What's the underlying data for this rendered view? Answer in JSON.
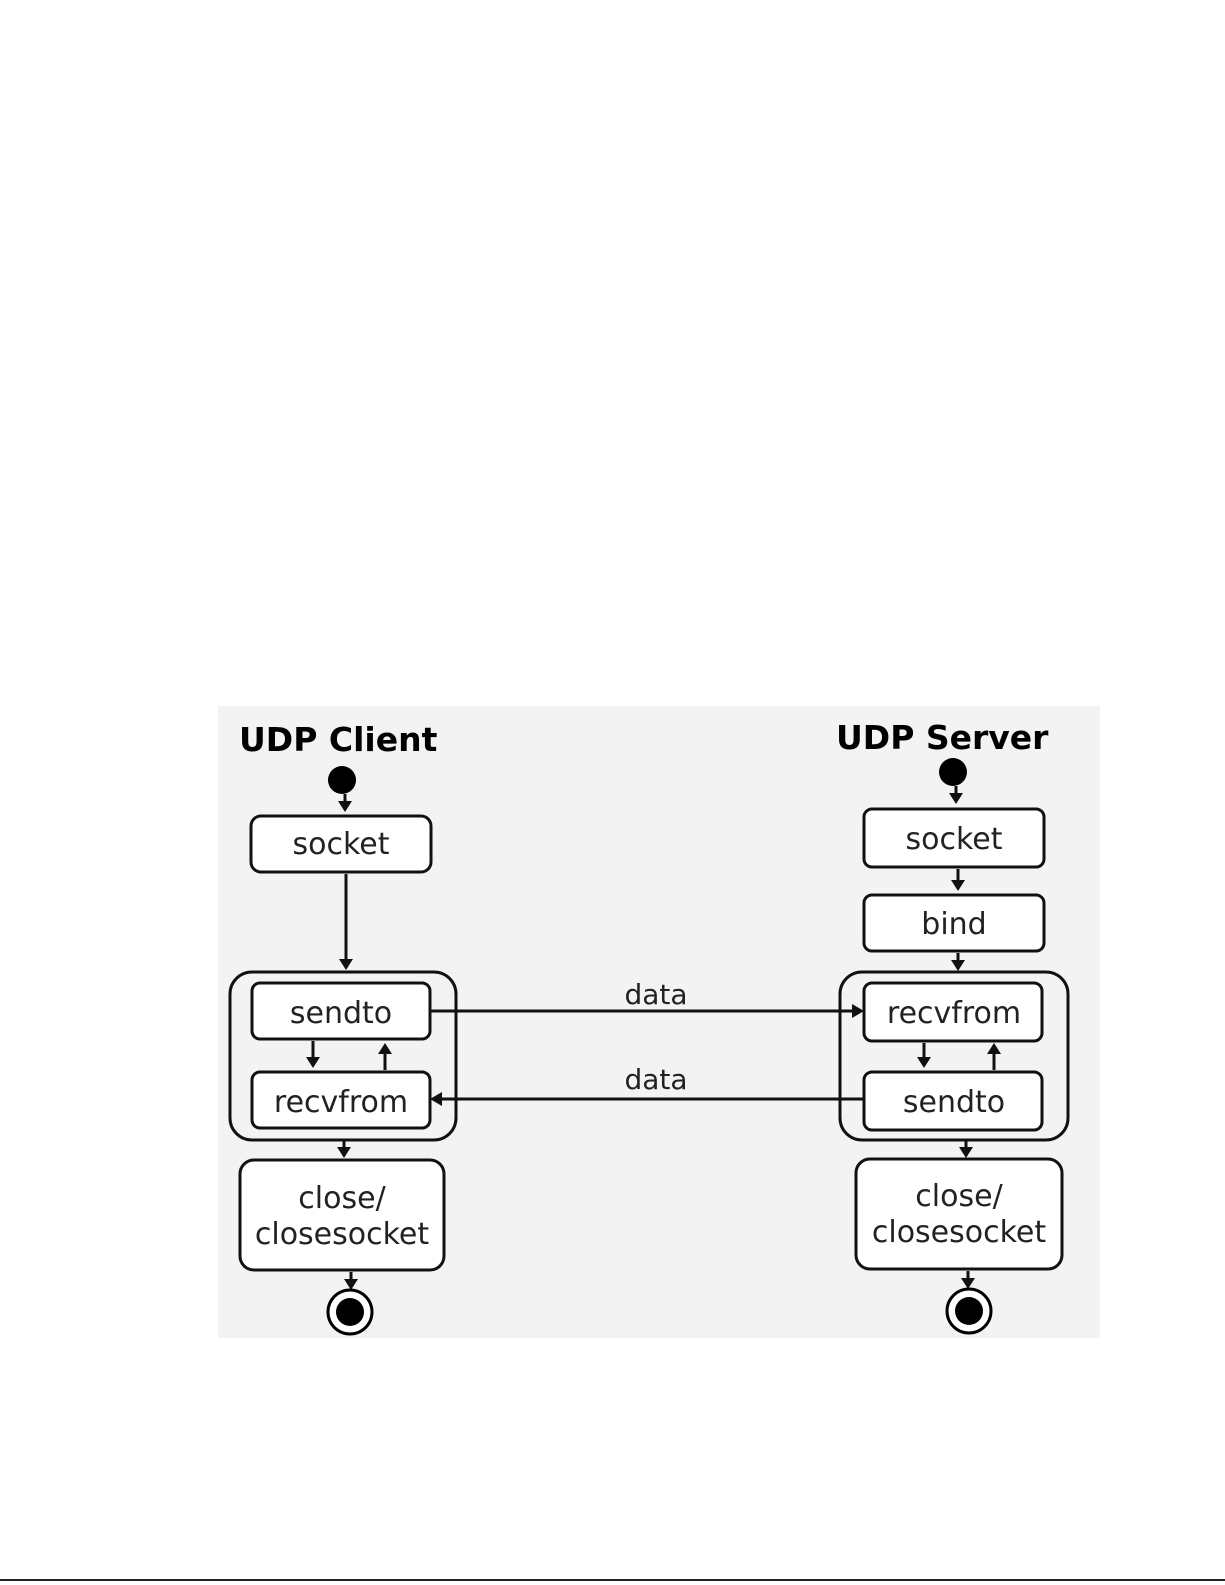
{
  "client": {
    "title": "UDP Client",
    "socket_label": "socket",
    "sendto_label": "sendto",
    "recvfrom_label": "recvfrom",
    "close_line1": "close/",
    "close_line2": "closesocket"
  },
  "server": {
    "title": "UDP Server",
    "socket_label": "socket",
    "bind_label": "bind",
    "recvfrom_label": "recvfrom",
    "sendto_label": "sendto",
    "close_line1": "close/",
    "close_line2": "closesocket"
  },
  "messages": {
    "to_server_label": "data",
    "to_client_label": "data"
  }
}
